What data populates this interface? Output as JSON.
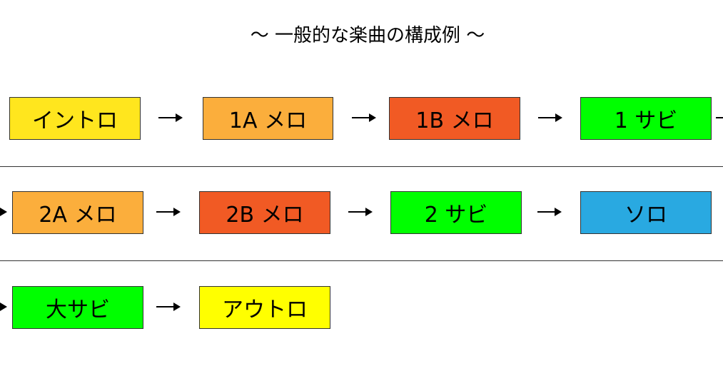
{
  "title": "〜 一般的な楽曲の構成例 〜",
  "colors": {
    "yellow": "#ffe61e",
    "orange": "#fbae3c",
    "red_orange": "#f15a24",
    "green": "#00ff00",
    "blue": "#29a9e1",
    "bright_yellow": "#ffff00"
  },
  "rows": [
    {
      "boxes": [
        "イントロ",
        "1A メロ",
        "1B メロ",
        "1 サビ"
      ]
    },
    {
      "boxes": [
        "2A メロ",
        "2B メロ",
        "2 サビ",
        "ソロ"
      ]
    },
    {
      "boxes": [
        "大サビ",
        "アウトロ"
      ]
    }
  ]
}
